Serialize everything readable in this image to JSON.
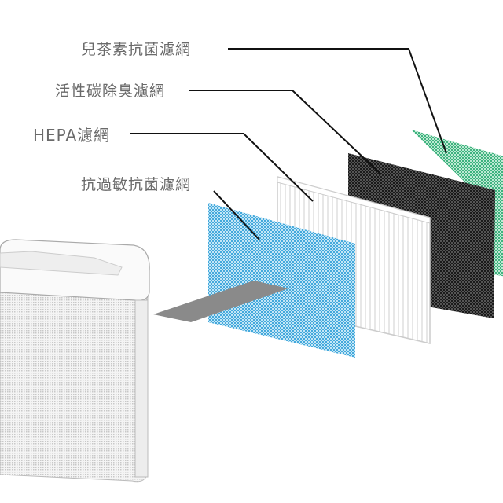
{
  "labels": {
    "catechin": "兒茶素抗菌濾網",
    "carbon": "活性碳除臭濾網",
    "hepa": "HEPA濾網",
    "antiallergy": "抗過敏抗菌濾網"
  },
  "colors": {
    "catechin": "#5cc79a",
    "carbon": "#2a2a2a",
    "hepa": "#ffffff",
    "antiallergy": "#5ab8e6",
    "slab": "#8a8a8a",
    "text": "#6a6a6a"
  }
}
